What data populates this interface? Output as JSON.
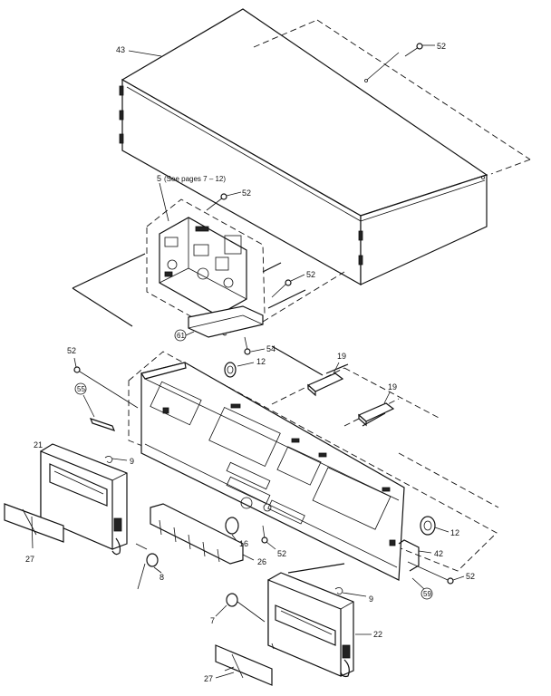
{
  "labels": {
    "cover": "43",
    "screw_top": "52",
    "mechanism": "5",
    "mechanism_note": "(See pages 7 – 12)",
    "screw_mech_a": "52",
    "screw_mech_b": "52",
    "circled_61": "61",
    "screw_54": "54",
    "screw_left": "52",
    "part_12_top": "12",
    "part_19_a": "19",
    "part_19_b": "19",
    "circled_55": "55",
    "part_21": "21",
    "part_9_left": "9",
    "part_27_left": "27",
    "part_8": "8",
    "part_16": "16",
    "screw_16": "52",
    "part_26": "26",
    "part_12_right": "12",
    "part_42": "42",
    "screw_right": "52",
    "circled_59": "59",
    "part_9_right": "9",
    "part_7": "7",
    "part_22": "22",
    "part_27_right": "27"
  }
}
